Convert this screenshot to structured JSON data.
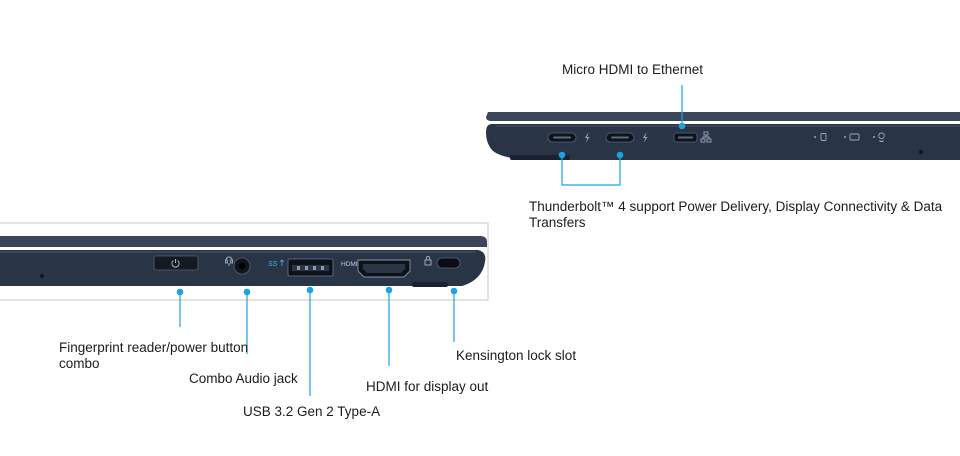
{
  "labels": {
    "micro_hdmi": "Micro HDMI to Ethernet",
    "thunderbolt": "Thunderbolt™ 4 support Power Delivery, Display Connectivity & Data Transfers",
    "fingerprint": "Fingerprint reader/power button combo",
    "audio": "Combo Audio jack",
    "usb": "USB 3.2 Gen 2 Type-A",
    "hdmi": "HDMI for display out",
    "kensington": "Kensington lock slot"
  },
  "port_markings": {
    "hdmi_text": "HDMI",
    "usb_text": "SS"
  },
  "icons": {
    "thunderbolt": "lightning-bolt-icon",
    "network": "network-icon",
    "power": "power-icon",
    "headset": "headset-icon",
    "lock": "lock-icon",
    "battery": "battery-icon",
    "drive": "drive-icon",
    "light": "lightbulb-icon"
  },
  "colors": {
    "chassis": "#2a3447",
    "chassis_dark": "#1a2130",
    "callout": "#1aa3e0",
    "port_glow": "#3fb3ea",
    "text": "#1b1b1b"
  }
}
